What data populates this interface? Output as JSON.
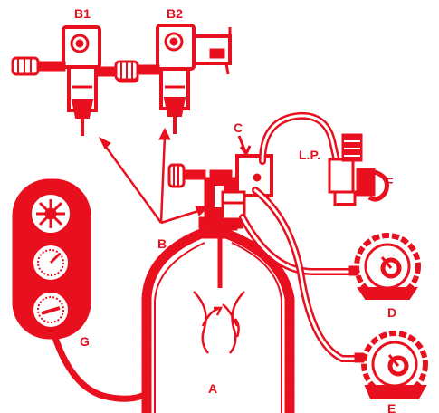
{
  "colors": {
    "ink": "#e8101e",
    "paper": "#ffffff"
  },
  "labels": {
    "b1": "B1",
    "b2": "B2",
    "c": "C",
    "lp": "L.P.",
    "f": "F",
    "b": "B",
    "g": "G",
    "d": "D",
    "e": "E",
    "a": "A"
  }
}
